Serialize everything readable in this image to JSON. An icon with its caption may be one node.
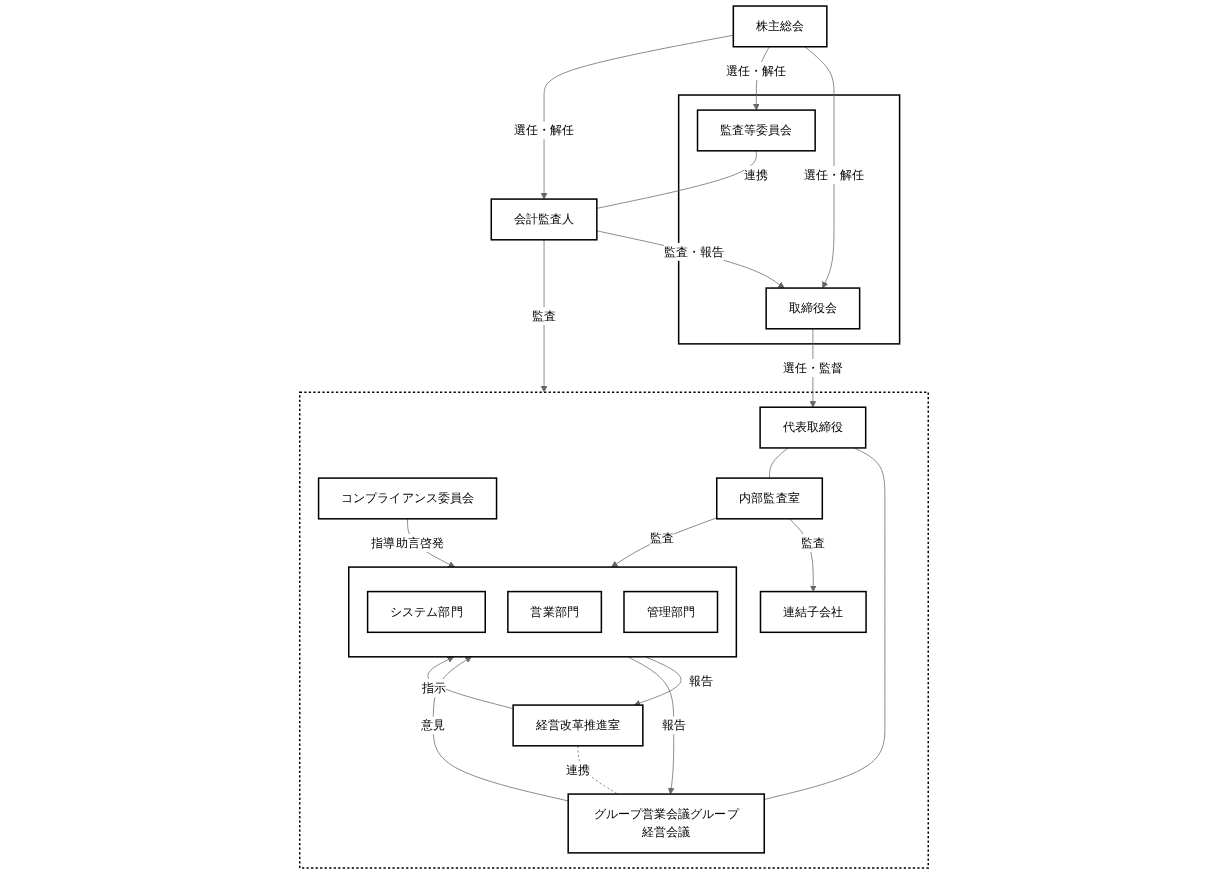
{
  "diagram": {
    "nodes": [
      {
        "text": [
          "株主総会"
        ]
      },
      {
        "text": [],
        "shape": "box"
      },
      {
        "text": [
          "取締役会"
        ],
        "in": 1
      },
      {
        "text": [
          "監査等委員会"
        ],
        "in": 1
      },
      {
        "text": [
          "会計監査人"
        ]
      },
      {
        "text": [],
        "shape": "box"
      },
      {
        "text": [
          "経営改革推進室"
        ],
        "in": 5
      },
      {
        "text": [
          "代表取締役"
        ],
        "in": 5
      },
      {
        "text": [
          "コンプライアンス委員会"
        ],
        "in": 5
      },
      {
        "text": [
          "グループ営業会議グループ経営会議"
        ],
        "in": 5
      },
      {
        "text": [
          "内部監査室"
        ],
        "in": 5
      },
      {
        "text": [],
        "shape": "box",
        "in": 5
      },
      {
        "text": [
          "システム部門"
        ],
        "in": 11
      },
      {
        "text": [
          "営業部門"
        ],
        "in": 11
      },
      {
        "text": [
          "管理部門"
        ],
        "in": 11
      },
      {
        "text": [
          "連結子会社"
        ],
        "in": 5
      }
    ],
    "edges": [
      {
        "from": 0,
        "to": 2,
        "arrow": "to",
        "label": "選任・解任"
      },
      {
        "from": 0,
        "to": 3,
        "arrow": "to",
        "label": "選任・解任"
      },
      {
        "from": 0,
        "to": 4,
        "arrow": "to",
        "label": "選任・解任"
      },
      {
        "from": 3,
        "to": 4,
        "arrow": "none",
        "label": "連携"
      },
      {
        "from": 4,
        "to": 2,
        "arrow": "to",
        "label": "監査・報告"
      },
      {
        "from": 2,
        "to": 7,
        "arrow": "to",
        "label": "選任・監督"
      },
      {
        "from": 4,
        "to": 5,
        "arrow": "to",
        "label": "監査"
      },
      {
        "from": 7,
        "to": 9,
        "arrow": "none"
      },
      {
        "from": 7,
        "to": 10,
        "arrow": "none"
      },
      {
        "from": 6,
        "to": 9,
        "arrow": "none",
        "label": "連携",
        "style": "dashed"
      },
      {
        "from": 6,
        "to": 11,
        "arrow": "to",
        "label": "指示"
      },
      {
        "from": 11,
        "to": 6,
        "arrow": "to",
        "label": "報告"
      },
      {
        "from": 9,
        "to": 11,
        "arrow": "to",
        "label": "意見"
      },
      {
        "from": 11,
        "to": 9,
        "arrow": "to",
        "label": "報告"
      },
      {
        "from": 8,
        "to": 11,
        "arrow": "to",
        "label": "指導助言啓発"
      },
      {
        "from": 10,
        "to": 11,
        "arrow": "to",
        "label": "監査"
      },
      {
        "from": 10,
        "to": 15,
        "arrow": "to",
        "label": "監査"
      }
    ]
  }
}
